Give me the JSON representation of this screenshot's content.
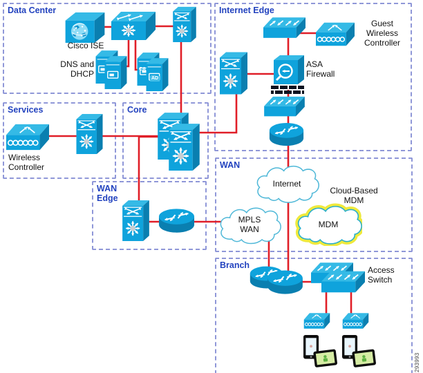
{
  "figure_number": "293993",
  "colors": {
    "device_blue": "#0FA3DC",
    "device_blue_dark": "#0A7FB0",
    "device_blue_light": "#35BAE6",
    "link_red": "#E01E28",
    "zone_border": "#8F97D8",
    "zone_label_blue": "#2343BF",
    "mdm_glow_yellow": "#EFE93C",
    "cloud_outline": "#4FB8D8"
  },
  "zones": {
    "data_center": {
      "label": "Data Center"
    },
    "internet_edge": {
      "label": "Internet Edge"
    },
    "services": {
      "label": "Services"
    },
    "core": {
      "label": "Core"
    },
    "wan_edge": {
      "label": "WAN\nEdge"
    },
    "wan": {
      "label": "WAN"
    },
    "branch": {
      "label": "Branch"
    }
  },
  "devices": {
    "cisco_ise": {
      "label": "Cisco ISE"
    },
    "dns_dhcp": {
      "label": "DNS and\nDHCP"
    },
    "server_badges": {
      "ca": "CA",
      "ad": "AD"
    },
    "guest_wlc": {
      "label": "Guest\nWireless\nController"
    },
    "asa": {
      "label": "ASA\nFirewall"
    },
    "wireless_controller": {
      "label": "Wireless\nController"
    },
    "internet_cloud": {
      "label": "Internet"
    },
    "mpls_wan": {
      "label": "MPLS\nWAN"
    },
    "cloud_based_mdm": {
      "label": "Cloud-Based\nMDM"
    },
    "mdm_cloud": {
      "label": "MDM"
    },
    "access_switch": {
      "label": "Access\nSwitch"
    }
  }
}
